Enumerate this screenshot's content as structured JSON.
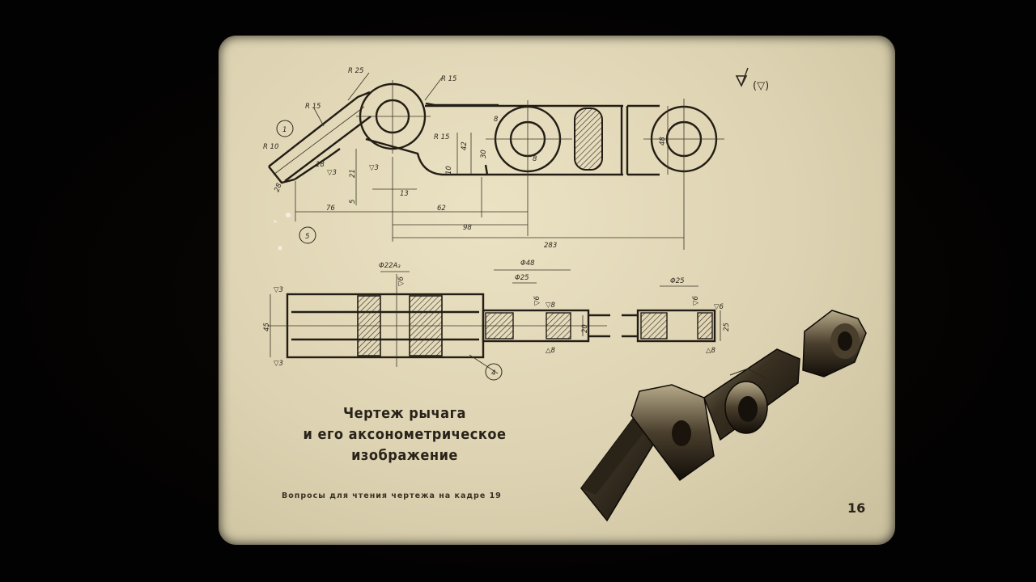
{
  "caption": {
    "line1": "Чертеж рычага",
    "line2": "и его аксонометрическое",
    "line3": "изображение"
  },
  "note": "Вопросы  для  чтения  чертежа  на  кадре  19",
  "frame_number": "16",
  "roughness_mark": "(▽)",
  "dimensions": {
    "r25": "R 25",
    "r15_top": "R 15",
    "r15_left": "R 15",
    "r10": "R 10",
    "r15_mid": "R 15",
    "d8_top": "8",
    "d42": "42",
    "d30": "30",
    "d10": "10",
    "d48": "48",
    "d28": "28",
    "d18": "18",
    "d21": "21",
    "d5": "5",
    "d13": "13",
    "d76": "76",
    "d62": "62",
    "d98": "98",
    "d283": "283",
    "d8_mid": "8",
    "phi22": "Φ22A₃",
    "phi48": "Φ48",
    "phi25_a": "Φ25",
    "phi25_b": "Φ25",
    "d45": "45",
    "d20": "20",
    "d25": "25",
    "rough3_a": "▽3",
    "rough3_b": "▽3",
    "rough3_c": "▽3",
    "rough3_d": "▽3",
    "rough6_a": "▽6",
    "rough6_b": "▽6",
    "rough6_c": "▽6",
    "rough6_d": "▽6",
    "rough8_a": "△8",
    "rough8_b": "△8"
  },
  "callouts": {
    "c1": "1",
    "c5": "5",
    "c4": "4"
  }
}
